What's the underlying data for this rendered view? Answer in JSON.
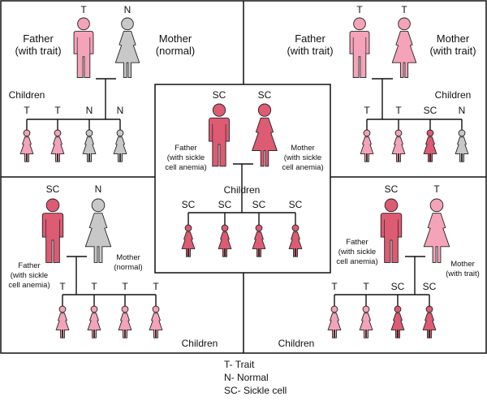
{
  "colors": {
    "trait": "#f4a3b8",
    "normal": "#c8c8c8",
    "sickle": "#dd5b73",
    "outline": "#222222",
    "line": "#111111",
    "box": "#111111"
  },
  "panels": {
    "top_left": {
      "father_code": "T",
      "mother_code": "N",
      "father_label": [
        "Father",
        "(with trait)"
      ],
      "mother_label": [
        "Mother",
        "(normal)"
      ],
      "children_label": "Children",
      "children": [
        "T",
        "T",
        "N",
        "N"
      ]
    },
    "top_right": {
      "father_code": "T",
      "mother_code": "T",
      "father_label": [
        "Father",
        "(with trait)"
      ],
      "mother_label": [
        "Mother",
        "(with trait)"
      ],
      "children_label": "Children",
      "children": [
        "T",
        "T",
        "SC",
        "N"
      ]
    },
    "center": {
      "father_code": "SC",
      "mother_code": "SC",
      "father_label": [
        "Father",
        "(with sickle",
        "cell anemia)"
      ],
      "mother_label": [
        "Mother",
        "(with sickle",
        "cell anemia)"
      ],
      "children_label": "Children",
      "children": [
        "SC",
        "SC",
        "SC",
        "SC"
      ]
    },
    "bottom_left": {
      "father_code": "SC",
      "mother_code": "N",
      "father_label": [
        "Father",
        "(with sickle",
        "cell anemia)"
      ],
      "mother_label": [
        "Mother",
        "(normal)"
      ],
      "children_label": "Children",
      "children": [
        "T",
        "T",
        "T",
        "T"
      ]
    },
    "bottom_right": {
      "father_code": "SC",
      "mother_code": "T",
      "father_label": [
        "Father",
        "(with sickle",
        "cell anemia)"
      ],
      "mother_label": [
        "Mother",
        "(with trait)"
      ],
      "children_label": "Children",
      "children": [
        "T",
        "T",
        "SC",
        "SC"
      ]
    }
  },
  "legend": [
    "T- Trait",
    "N- Normal",
    "SC- Sickle cell"
  ]
}
